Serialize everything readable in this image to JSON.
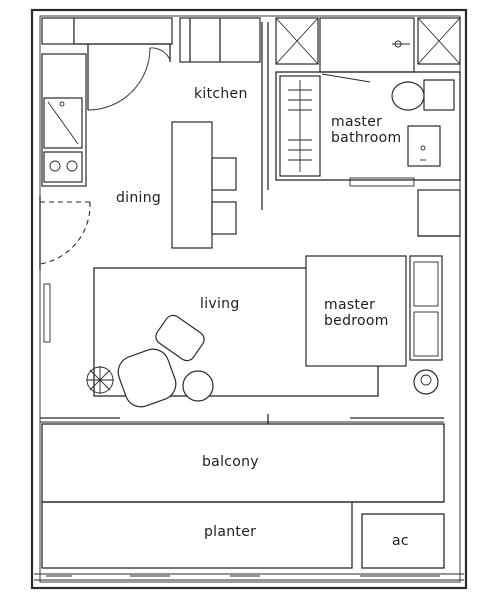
{
  "rooms": {
    "kitchen": "kitchen",
    "dining": "dining",
    "master_bathroom_line1": "master",
    "master_bathroom_line2": "bathroom",
    "living": "living",
    "master_bedroom_line1": "master",
    "master_bedroom_line2": "bedroom",
    "balcony": "balcony",
    "planter": "planter",
    "ac": "ac"
  }
}
